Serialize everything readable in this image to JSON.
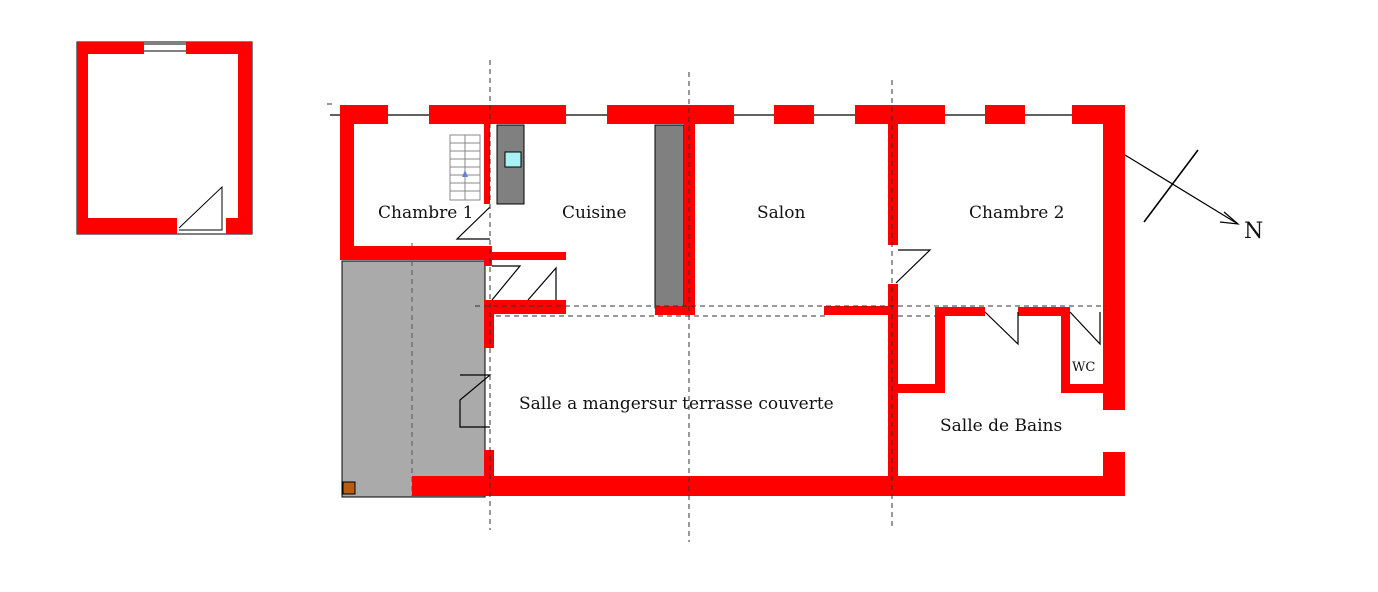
{
  "rooms": {
    "chambre1": "Chambre 1",
    "cuisine": "Cuisine",
    "salon": "Salon",
    "chambre2": "Chambre 2",
    "salle_a_manger": "Salle a mangersur terrasse couverte",
    "salle_de_bains": "Salle de Bains",
    "wc": "WC"
  },
  "compass": {
    "north_label": "N"
  },
  "colors": {
    "wall": "#ff0000",
    "terrace": "#aaaaaa",
    "counter": "#808080",
    "sink": "#a8f2f6",
    "stove": "#b85c0e"
  }
}
